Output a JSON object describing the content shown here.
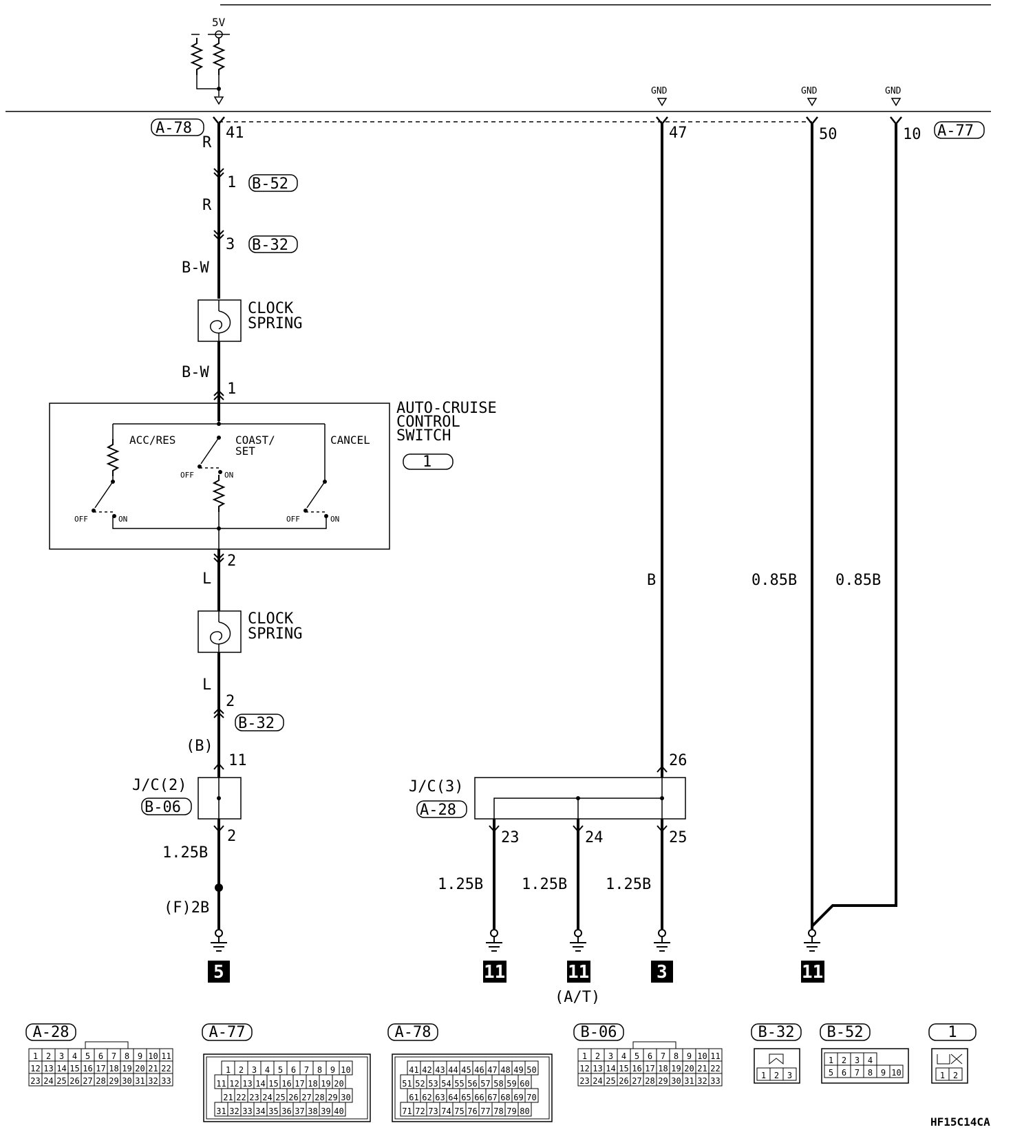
{
  "supply": {
    "label": "5V"
  },
  "gnd": {
    "label": "GND"
  },
  "ecu_connectors": {
    "a78": "A-78",
    "a77": "A-77"
  },
  "pins": {
    "p41": "41",
    "p47": "47",
    "p50": "50",
    "p10": "10",
    "b52_pin": "1",
    "b32_pin": "3",
    "sw_in": "1",
    "sw_out": "2",
    "b32_lower": "2",
    "jc2_in": "11",
    "jc2_out": "2",
    "jc3_in": "26",
    "jc3_p23": "23",
    "jc3_p24": "24",
    "jc3_p25": "25"
  },
  "connectors": {
    "b52": "B-52",
    "b32": "B-32",
    "b32_lower": "B-32",
    "b06": "B-06",
    "a28": "A-28"
  },
  "wires": {
    "w_r1": "R",
    "w_r2": "R",
    "w_bw1": "B-W",
    "w_bw2": "B-W",
    "w_l1": "L",
    "w_l2": "L",
    "w_b_paren": "(B)",
    "w_125b_left": "1.25B",
    "w_f2b": "(F)2B",
    "w_b": "B",
    "w_085b_1": "0.85B",
    "w_085b_2": "0.85B",
    "w_125b_23": "1.25B",
    "w_125b_24": "1.25B",
    "w_125b_25": "1.25B"
  },
  "clock_spring": {
    "line1": "CLOCK",
    "line2": "SPRING"
  },
  "switch": {
    "title1": "AUTO-CRUISE",
    "title2": "CONTROL",
    "title3": "SWITCH",
    "id": "1",
    "acc_res": "ACC/RES",
    "coast1": "COAST/",
    "coast2": "SET",
    "cancel": "CANCEL",
    "off": "OFF",
    "on": "ON"
  },
  "junction": {
    "jc2": "J/C(2)",
    "jc3": "J/C(3)"
  },
  "grounds": {
    "g5": "5",
    "g11a": "11",
    "g11b": "11",
    "g3": "3",
    "g11c": "11",
    "at_note": "(A/T)"
  },
  "legend": {
    "a28": {
      "title": "A-28",
      "rows": [
        [
          "1",
          "2",
          "3",
          "4",
          "5",
          "6",
          "7",
          "8",
          "9",
          "10",
          "11"
        ],
        [
          "12",
          "13",
          "14",
          "15",
          "16",
          "17",
          "18",
          "19",
          "20",
          "21",
          "22"
        ],
        [
          "23",
          "24",
          "25",
          "26",
          "27",
          "28",
          "29",
          "30",
          "31",
          "32",
          "33"
        ]
      ]
    },
    "a77": {
      "title": "A-77",
      "rows": [
        [
          "1",
          "2",
          "3",
          "4",
          "5",
          "6",
          "7",
          "8",
          "9",
          "10"
        ],
        [
          "11",
          "12",
          "13",
          "14",
          "15",
          "16",
          "17",
          "18",
          "19",
          "20"
        ],
        [
          "21",
          "22",
          "23",
          "24",
          "25",
          "26",
          "27",
          "28",
          "29",
          "30"
        ],
        [
          "31",
          "32",
          "33",
          "34",
          "35",
          "36",
          "37",
          "38",
          "39",
          "40"
        ]
      ]
    },
    "a78": {
      "title": "A-78",
      "rows": [
        [
          "41",
          "42",
          "43",
          "44",
          "45",
          "46",
          "47",
          "48",
          "49",
          "50"
        ],
        [
          "51",
          "52",
          "53",
          "54",
          "55",
          "56",
          "57",
          "58",
          "59",
          "60"
        ],
        [
          "61",
          "62",
          "63",
          "64",
          "65",
          "66",
          "67",
          "68",
          "69",
          "70"
        ],
        [
          "71",
          "72",
          "73",
          "74",
          "75",
          "76",
          "77",
          "78",
          "79",
          "80"
        ]
      ]
    },
    "b06": {
      "title": "B-06",
      "rows": [
        [
          "1",
          "2",
          "3",
          "4",
          "5",
          "6",
          "7",
          "8",
          "9",
          "10",
          "11"
        ],
        [
          "12",
          "13",
          "14",
          "15",
          "16",
          "17",
          "18",
          "19",
          "20",
          "21",
          "22"
        ],
        [
          "23",
          "24",
          "25",
          "26",
          "27",
          "28",
          "29",
          "30",
          "31",
          "32",
          "33"
        ]
      ]
    },
    "b32": {
      "title": "B-32",
      "rows": [
        [
          "1",
          "2",
          "3"
        ]
      ]
    },
    "b52": {
      "title": "B-52",
      "rows": [
        [
          "1",
          "2",
          "3",
          "4"
        ],
        [
          "5",
          "6",
          "7",
          "8",
          "9",
          "10"
        ]
      ]
    },
    "c1": {
      "title": "1",
      "rows": [
        [
          "1",
          "2"
        ]
      ]
    }
  },
  "figure_code": "HF15C14CA"
}
